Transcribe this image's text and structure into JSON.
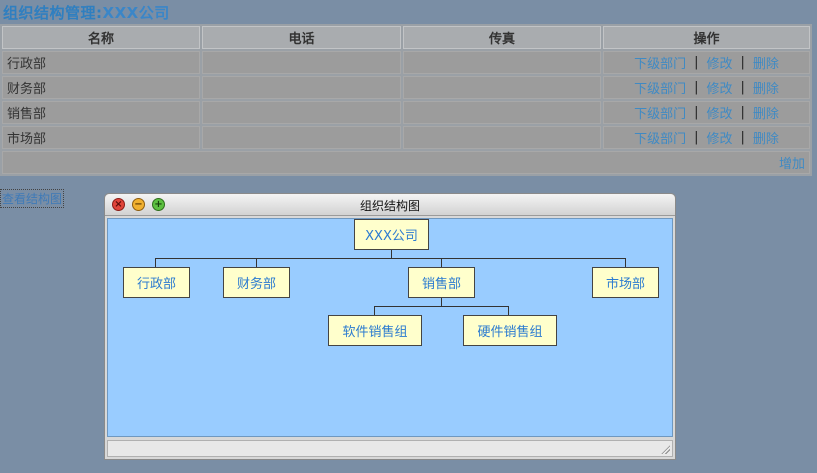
{
  "header": {
    "title_prefix": "组织结构管理",
    "title_sep": ":",
    "company": "XXX公司"
  },
  "table": {
    "columns": [
      "名称",
      "电话",
      "传真",
      "操作"
    ],
    "rows": [
      {
        "name": "行政部",
        "phone": "",
        "fax": ""
      },
      {
        "name": "财务部",
        "phone": "",
        "fax": ""
      },
      {
        "name": "销售部",
        "phone": "",
        "fax": ""
      },
      {
        "name": "市场部",
        "phone": "",
        "fax": ""
      }
    ],
    "actions": {
      "sub": "下级部门",
      "edit": "修改",
      "del": "删除",
      "sep": "|"
    },
    "add_label": "增加"
  },
  "view_chart_link": "查看结构图",
  "window": {
    "title": "组织结构图",
    "buttons": {
      "close": "×",
      "min": "−",
      "max": "+"
    }
  },
  "org": {
    "root": "XXX公司",
    "departments": [
      "行政部",
      "财务部",
      "销售部",
      "市场部"
    ],
    "sales_groups": [
      "软件销售组",
      "硬件销售组"
    ]
  },
  "colors": {
    "accent": "#3f8ac4",
    "chart_bg": "#99ccff",
    "node_bg": "#ffffcc",
    "page_bg": "#7a8ea5"
  }
}
